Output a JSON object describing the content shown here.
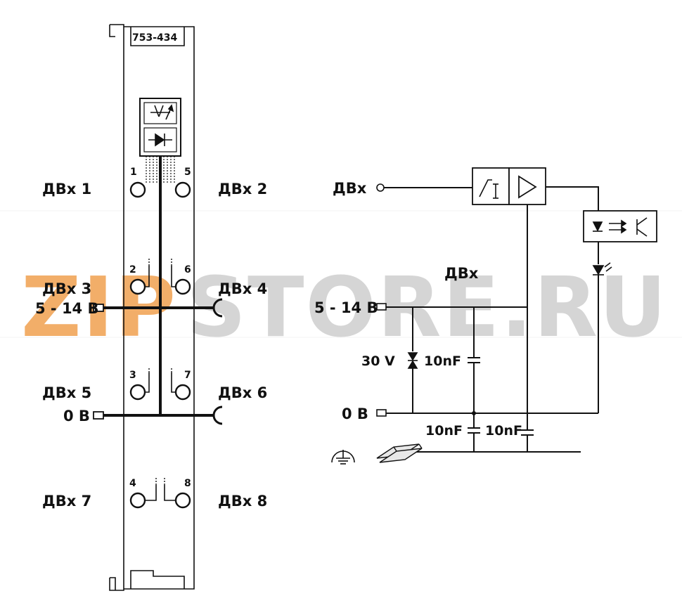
{
  "module": {
    "part_number": "753-434"
  },
  "left_terminals": {
    "in1": "ДВх 1",
    "in2": "ДВх 2",
    "in3": "ДВх 3",
    "in4": "ДВх 4",
    "in5": "ДВх 5",
    "in6": "ДВх 6",
    "in7": "ДВх 7",
    "in8": "ДВх 8",
    "supply_label": "5 - 14 В",
    "ground_label": "0 В",
    "pin1": "1",
    "pin2": "2",
    "pin3": "3",
    "pin4": "4",
    "pin5": "5",
    "pin6": "6",
    "pin7": "7",
    "pin8": "8"
  },
  "schematic": {
    "input_label": "ДВх",
    "supply_label": "5 - 14 В",
    "ground_label": "0 В",
    "mid_label": "ДВх",
    "zener_label": "30 V",
    "cap1_label": "10nF",
    "cap2_label": "10nF",
    "cap3_label": "10nF"
  },
  "watermark": {
    "text": "ZIPSTORE.RU",
    "color_zip": "#f0a050",
    "color_rest": "#c8c8c8"
  }
}
